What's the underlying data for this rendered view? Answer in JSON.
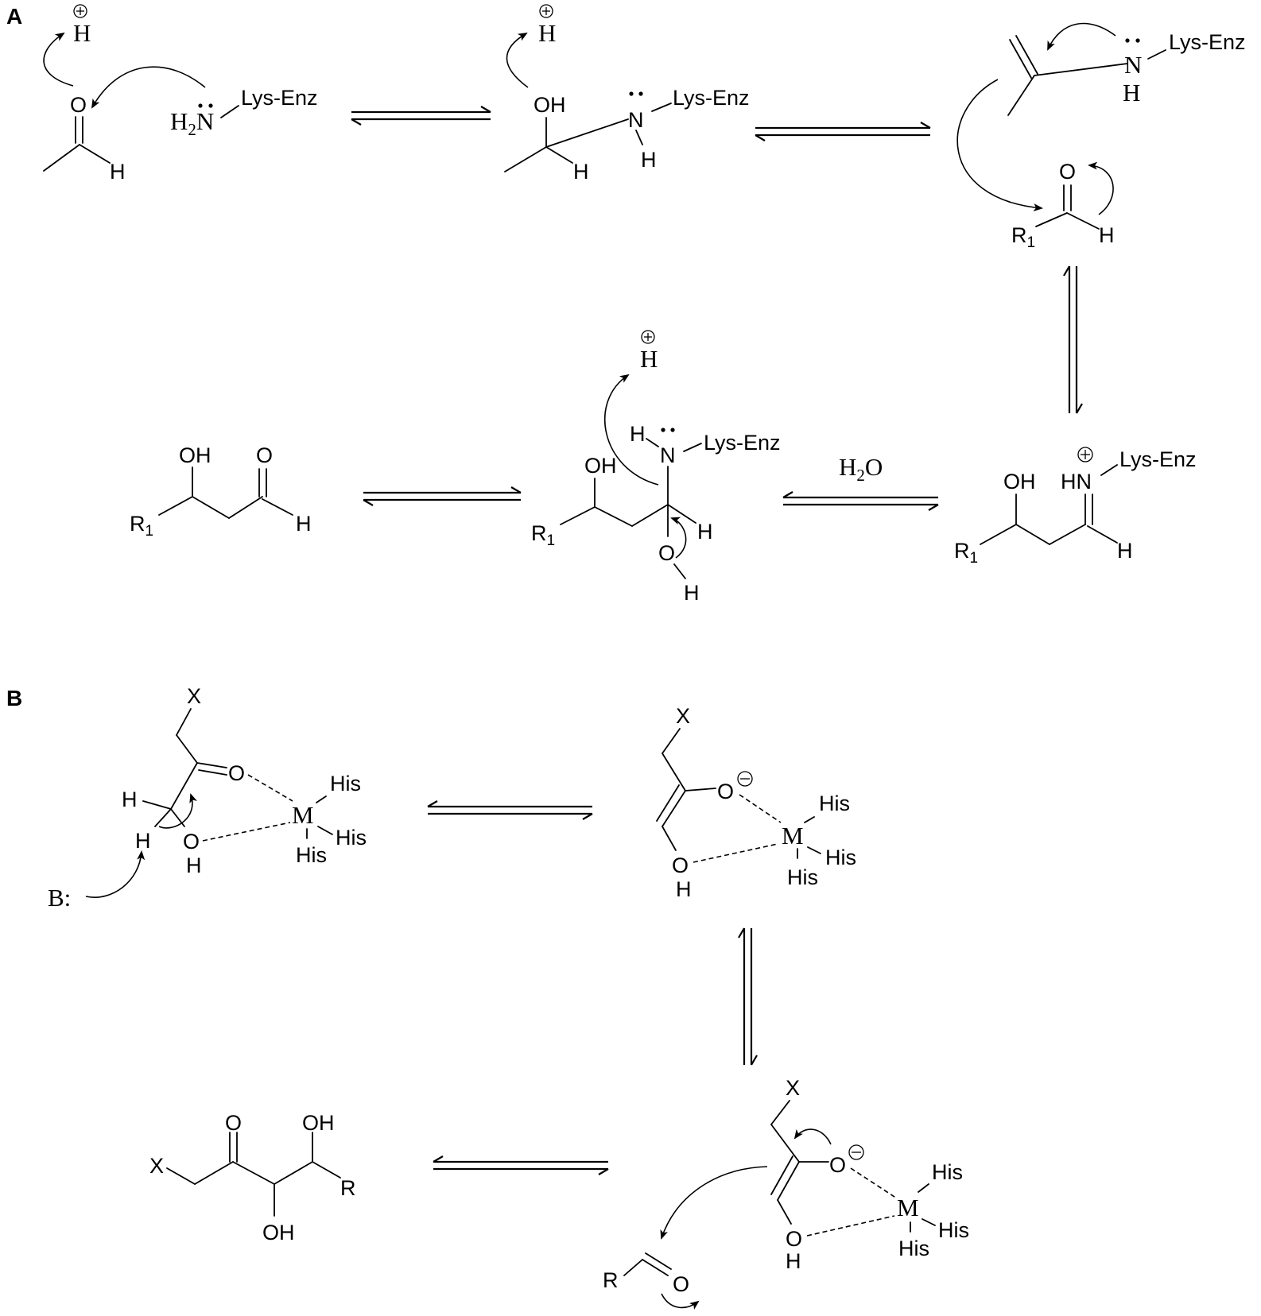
{
  "panels": {
    "a": "A",
    "b": "B"
  },
  "labels": {
    "h": "H",
    "o": "O",
    "n": "N",
    "oh": "OH",
    "hn": "HN",
    "h2": "H",
    "h2_sub": "2",
    "h2n_n": "N",
    "lys_enz": "Lys-Enz",
    "r1": "R",
    "r1_sub": "1",
    "r": "R",
    "x": "X",
    "his": "His",
    "m": "M",
    "base": "B:",
    "water_h": "H",
    "water_sub": "2",
    "water_o": "O"
  },
  "colors": {
    "ink": "#000000",
    "background": "#ffffff"
  }
}
